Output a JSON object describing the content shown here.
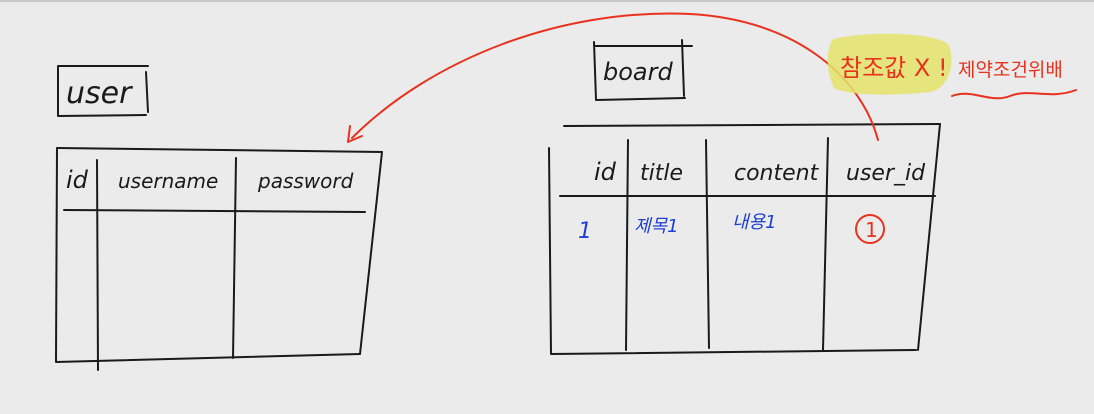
{
  "user_table": {
    "name": "user",
    "columns": [
      "id",
      "username",
      "password"
    ]
  },
  "board_table": {
    "name": "board",
    "columns": [
      "id",
      "title",
      "content",
      "user_id"
    ],
    "row": [
      "1",
      "제목1",
      "내용1",
      "1"
    ]
  },
  "annotations": {
    "highlight_note": "참조값 X !",
    "side_note": "제약조건위배"
  },
  "colors": {
    "background": "#ebebeb",
    "ink": "#1a1a1a",
    "blue_ink": "#1d3fd6",
    "red_ink": "#e8321e",
    "highlight": "#e4e36a"
  }
}
